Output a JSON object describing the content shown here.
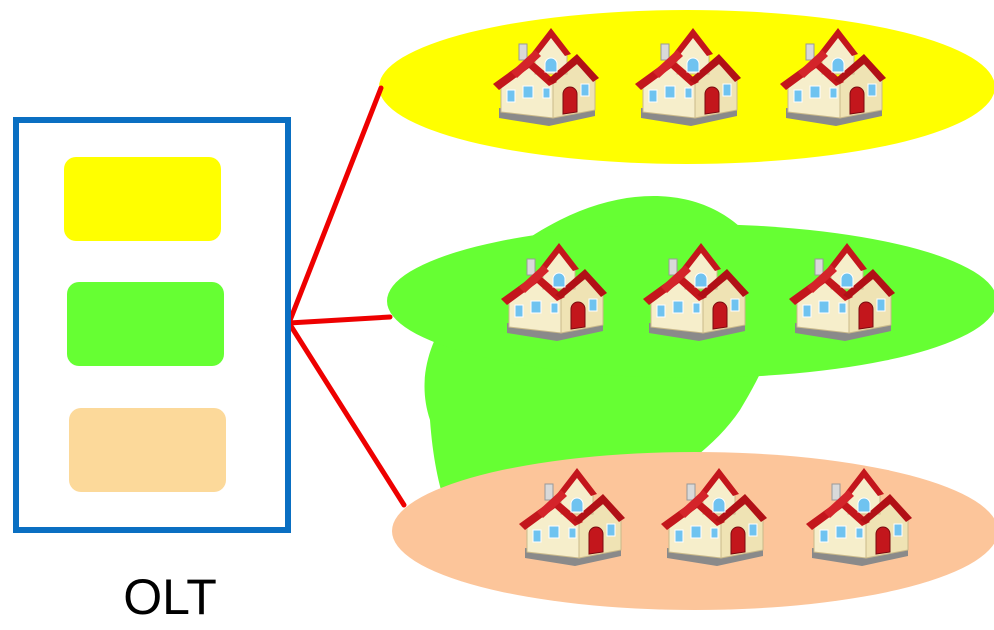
{
  "olt": {
    "label": "OLT",
    "frame_color": "#0a6fc2",
    "slots": [
      {
        "name": "yellow",
        "color": "#ffff00"
      },
      {
        "name": "green",
        "color": "#66ff33"
      },
      {
        "name": "peach",
        "color": "#fcd99a"
      }
    ]
  },
  "link_color": "#ee0000",
  "groups": [
    {
      "name": "yellow",
      "color": "#ffff00",
      "house_count": 3
    },
    {
      "name": "green",
      "color": "#66ff33",
      "house_count": 3
    },
    {
      "name": "peach",
      "color": "#fcc59a",
      "house_count": 3
    }
  ],
  "icons": {
    "house": "house-icon"
  }
}
